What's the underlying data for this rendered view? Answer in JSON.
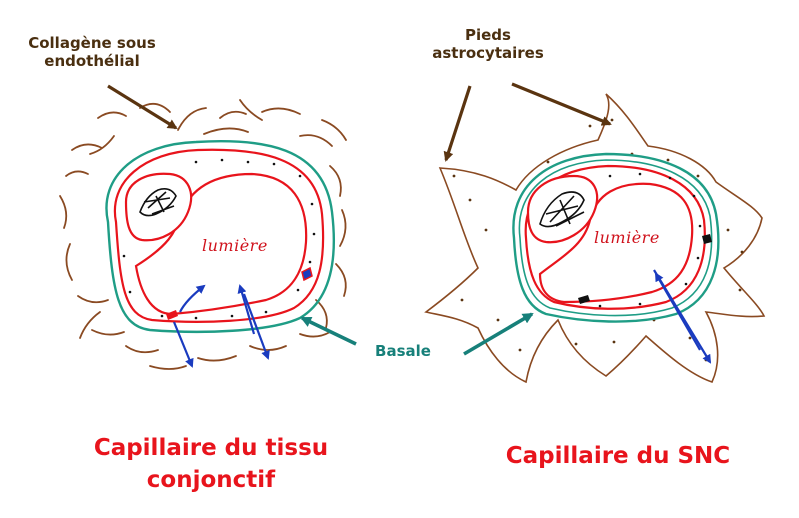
{
  "labels": {
    "collagen_line1": "Collagène sous",
    "collagen_line2": "endothélial",
    "pieds_line1": "Pieds",
    "pieds_line2": "astrocytaires",
    "basale": "Basale",
    "lumiere_left": "lumière",
    "lumiere_right": "lumière"
  },
  "titles": {
    "left_line1": "Capillaire du tissu",
    "left_line2": "conjonctif",
    "right": "Capillaire du SNC"
  },
  "colors": {
    "endothelium": "#e8141c",
    "basement_membrane": "#1f9d86",
    "collagen": "#8a4a22",
    "arrows_brown": "#5a3410",
    "arrows_teal": "#17807a",
    "transport": "#1a3bbf",
    "label_text": "#4a2f10"
  }
}
